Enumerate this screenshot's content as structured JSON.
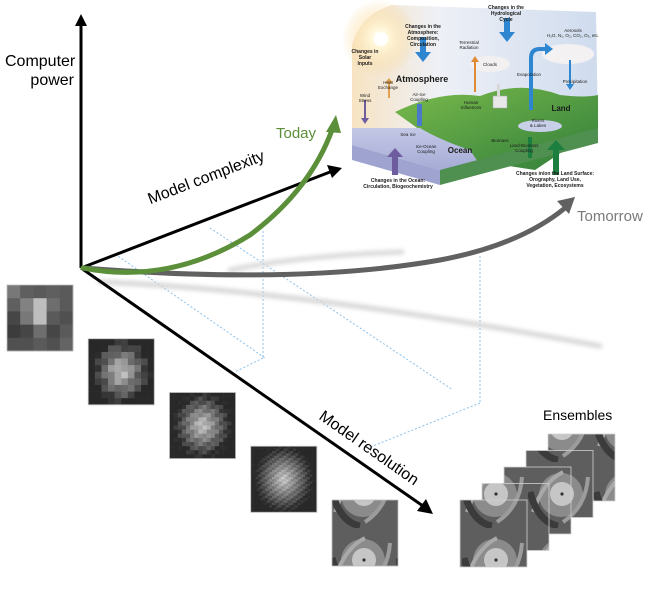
{
  "axes": {
    "vertical": "Computer power",
    "vertical_lines": [
      "Computer",
      "power"
    ],
    "depth": "Model complexity",
    "diagonal": "Model resolution"
  },
  "trajectories": {
    "today": {
      "label": "Today",
      "color": "#5b8f3a"
    },
    "tomorrow": {
      "label": "Tomorrow",
      "color": "#616161"
    }
  },
  "ensembles": {
    "label": "Ensembles",
    "count": 5
  },
  "resolution_thumbnails": {
    "count": 5,
    "levels": [
      "coarsest",
      "coarse",
      "medium",
      "fine",
      "finest"
    ]
  },
  "climate_system": {
    "title_atmosphere": "Atmosphere",
    "title_ocean": "Ocean",
    "title_land": "Land",
    "changes_solar": [
      "Changes in",
      "Solar",
      "Inputs"
    ],
    "changes_atmosphere": [
      "Changes in the",
      "Atmosphere:",
      "Composition,",
      "Circulation"
    ],
    "changes_hydro": [
      "Changes in the",
      "Hydrological",
      "Cycle"
    ],
    "aerosols": [
      "Aerosols",
      "H₂O, N₂, O₂, CO₂, O₃, etc."
    ],
    "terrestrial_radiation": [
      "Terrestrial",
      "Radiation"
    ],
    "clouds": "Clouds",
    "evaporation": "Evaporation",
    "precipitation": "Precipitation",
    "heat_exchange": [
      "Heat",
      "Exchange"
    ],
    "wind_stress": [
      "Wind",
      "Stress"
    ],
    "air_ice": [
      "Air-Ice",
      "Coupling"
    ],
    "human_influences": [
      "Human",
      "Influences"
    ],
    "sea_ice": "Sea Ice",
    "ice_ocean": [
      "Ice-Ocean",
      "Coupling"
    ],
    "rivers_lakes": [
      "Rivers",
      "& Lakes"
    ],
    "biomass": "Biomass",
    "land_biomass": [
      "Land-Biomass",
      "Coupling"
    ],
    "changes_ocean": [
      "Changes in the Ocean:",
      "Circulation, Biogeochemistry"
    ],
    "changes_land": [
      "Changes in/on the Land Surface:",
      "Orography, Land Use,",
      "Vegetation, Ecosystems"
    ]
  },
  "colors": {
    "axis": "#000000",
    "guide": "#8cc0ea",
    "today": "#5b8f3a",
    "tomorrow": "#616161",
    "tomorrow_label": "#7a7a7a"
  }
}
